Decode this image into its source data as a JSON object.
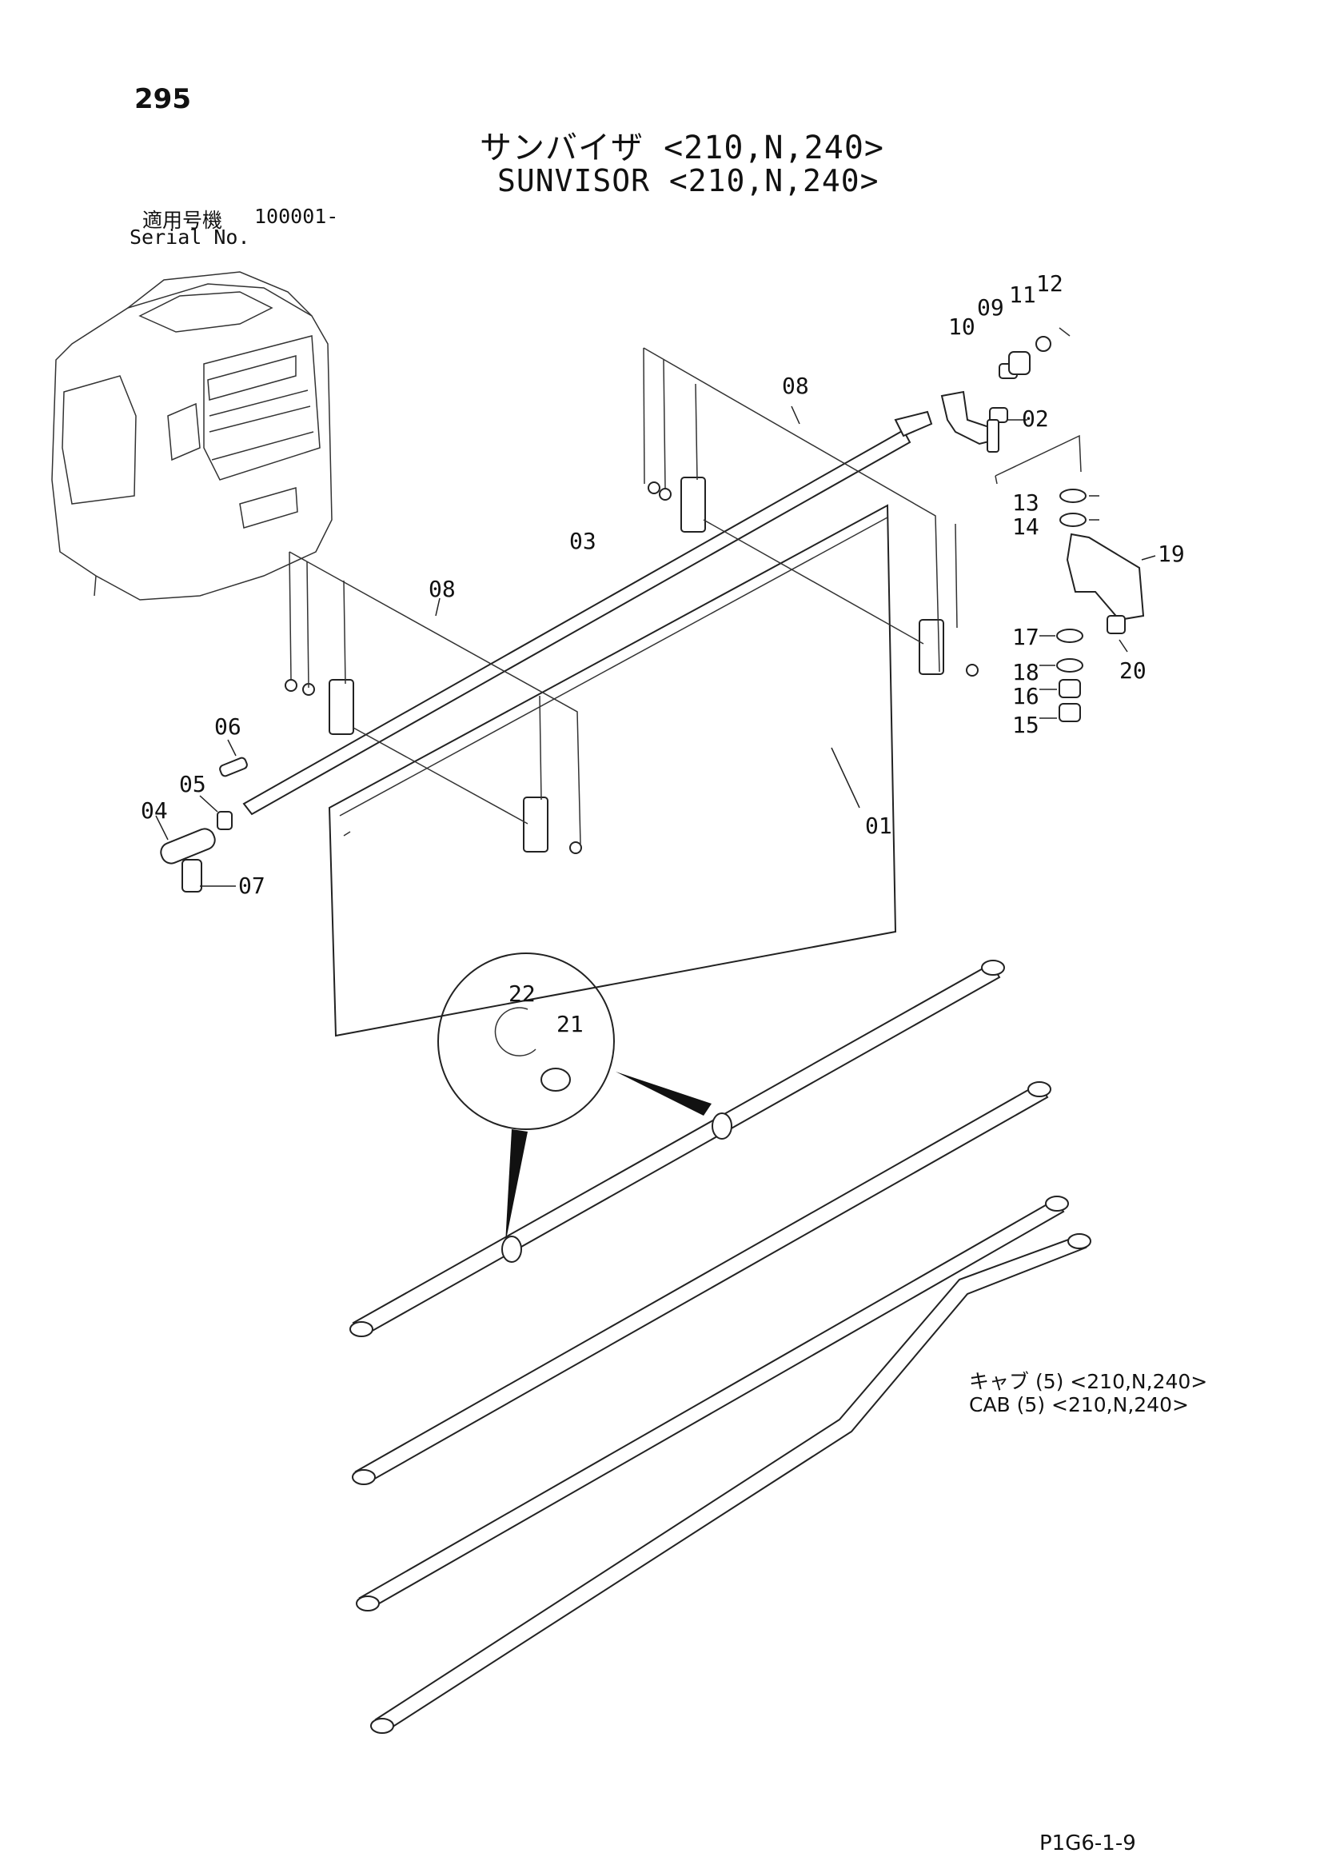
{
  "page": {
    "number": "295",
    "title_jp": "サンバイザ <210,N,240>",
    "title_en": "SUNVISOR <210,N,240>",
    "serial_label_jp": "適用号機",
    "serial_number": "100001-",
    "serial_label_en": "Serial No.",
    "reference_jp": "キャブ (5) <210,N,240>",
    "reference_en": "CAB (5) <210,N,240>",
    "page_code": "P1G6-1-9"
  },
  "callouts": {
    "c01": "01",
    "c02": "02",
    "c03": "03",
    "c04": "04",
    "c05": "05",
    "c06": "06",
    "c07": "07",
    "c08a": "08",
    "c08b": "08",
    "c09": "09",
    "c10": "10",
    "c11": "11",
    "c12": "12",
    "c13": "13",
    "c14": "14",
    "c15": "15",
    "c16": "16",
    "c17": "17",
    "c18": "18",
    "c19": "19",
    "c20": "20",
    "c21": "21",
    "c22": "22"
  }
}
